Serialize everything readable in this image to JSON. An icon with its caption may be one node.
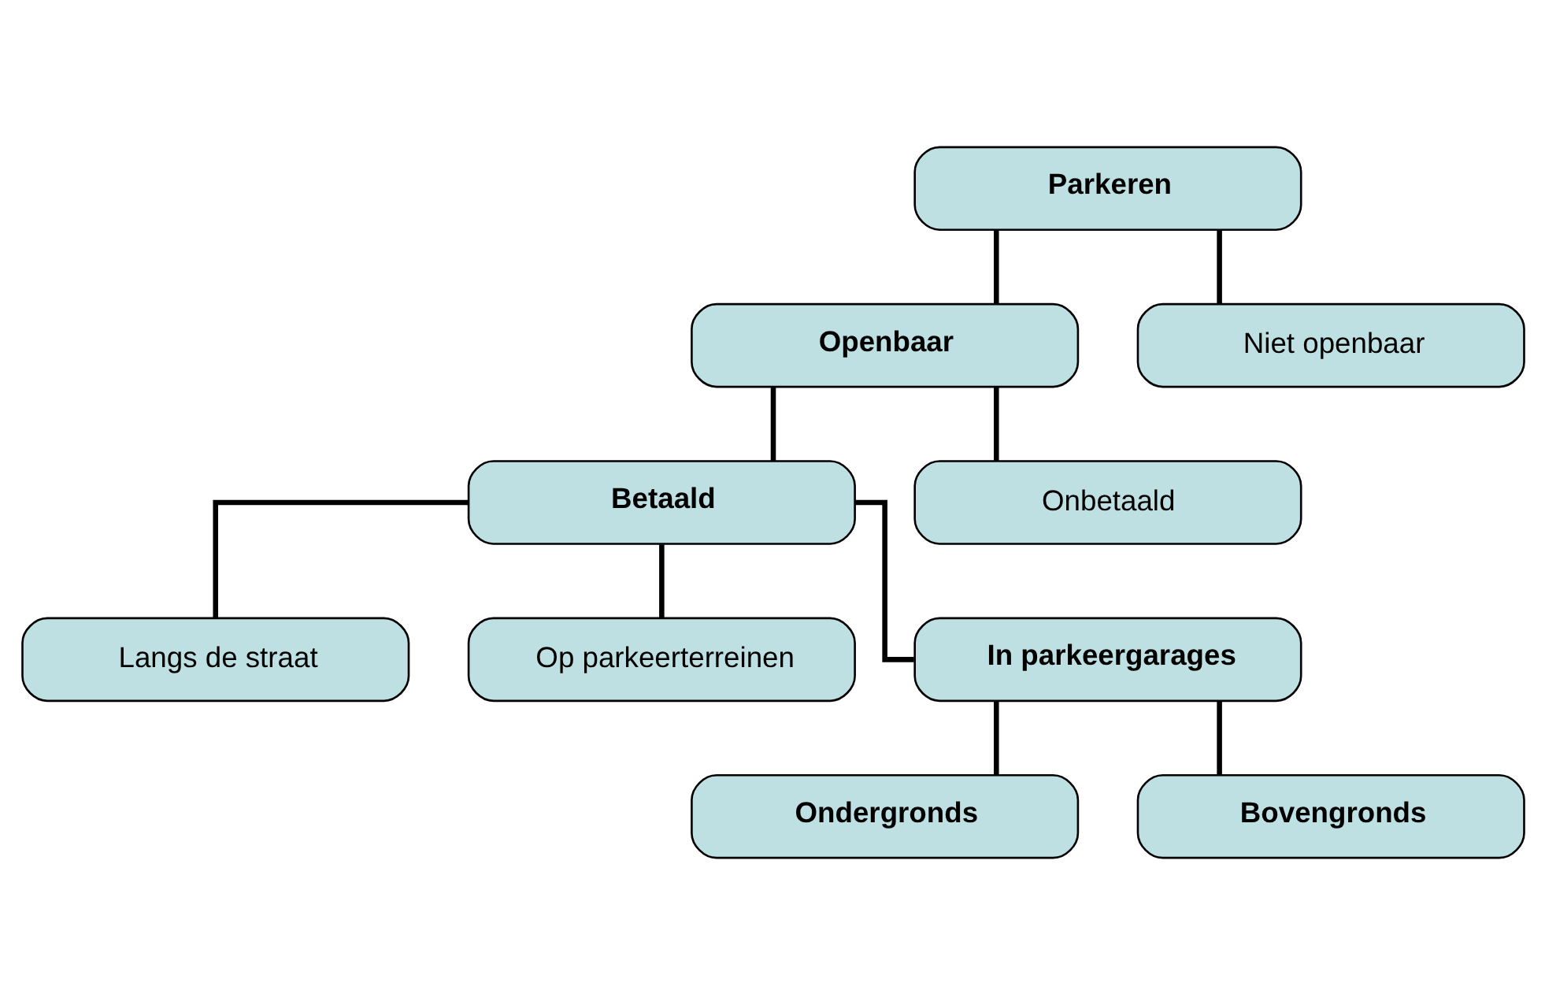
{
  "diagram": {
    "nodes": [
      {
        "text": [
          "Parkeren"
        ]
      },
      {
        "text": [
          "Openbaar"
        ]
      },
      {
        "text": [
          "Niet openbaar"
        ]
      },
      {
        "text": [
          "Betaald"
        ]
      },
      {
        "text": [
          "Onbetaald"
        ]
      },
      {
        "text": [
          "Langs de straat"
        ]
      },
      {
        "text": [
          "Op parkeerterreinen"
        ]
      },
      {
        "text": [
          "In parkeergarages"
        ]
      },
      {
        "text": [
          "Ondergronds"
        ]
      },
      {
        "text": [
          "Bovengronds"
        ]
      }
    ],
    "edges": [
      {
        "from": 0,
        "to": 1,
        "arrow": "none"
      },
      {
        "from": 0,
        "to": 2,
        "arrow": "none"
      },
      {
        "from": 1,
        "to": 3,
        "arrow": "none"
      },
      {
        "from": 1,
        "to": 4,
        "arrow": "none"
      },
      {
        "from": 3,
        "to": 5,
        "arrow": "none"
      },
      {
        "from": 3,
        "to": 6,
        "arrow": "none"
      },
      {
        "from": 3,
        "to": 7,
        "arrow": "none"
      },
      {
        "from": 7,
        "to": 8,
        "arrow": "none"
      },
      {
        "from": 7,
        "to": 9,
        "arrow": "none"
      }
    ]
  }
}
